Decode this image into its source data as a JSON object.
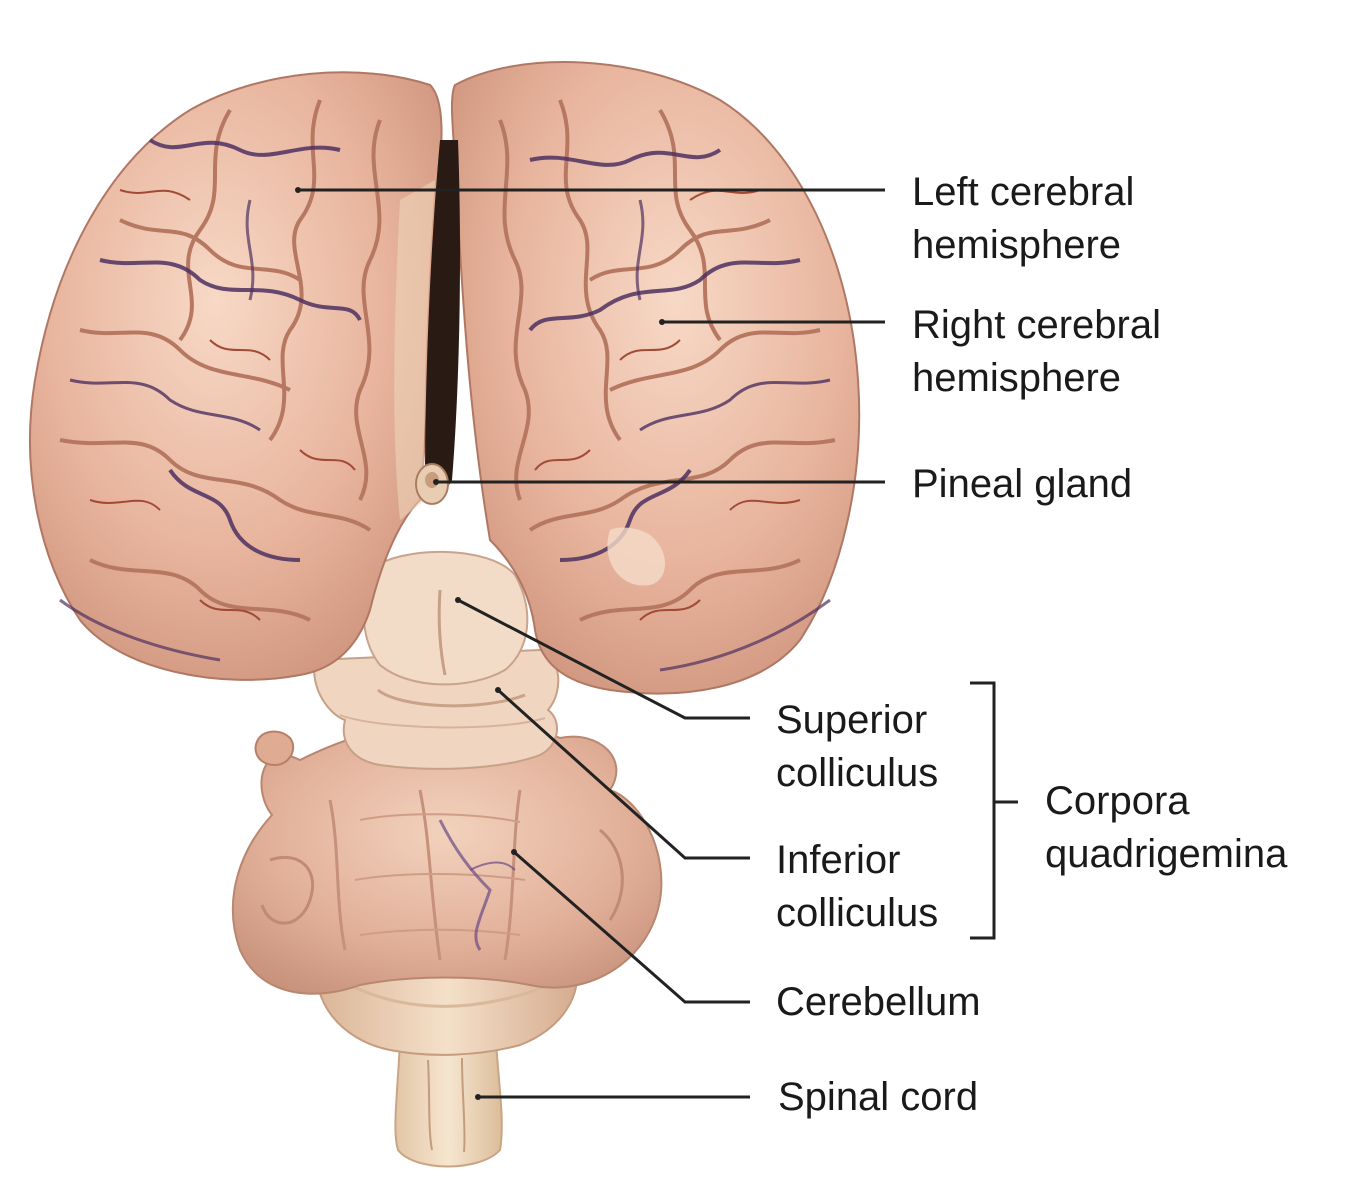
{
  "labels": {
    "left_cerebral_hemisphere": [
      "Left cerebral",
      "hemisphere"
    ],
    "right_cerebral_hemisphere": [
      "Right cerebral",
      "hemisphere"
    ],
    "pineal_gland": [
      "Pineal gland"
    ],
    "superior_colliculus": [
      "Superior",
      "colliculus"
    ],
    "inferior_colliculus": [
      "Inferior",
      "colliculus"
    ],
    "corpora_quadrigemina": [
      "Corpora",
      "quadrigemina"
    ],
    "cerebellum": [
      "Cerebellum"
    ],
    "spinal_cord": [
      "Spinal cord"
    ]
  },
  "colors": {
    "tissue": "#e8b59c",
    "tissue_shadow": "#b9826a",
    "tissue_light": "#f6dcc6",
    "vessel": "#5a3a6e",
    "vessel_red": "#a8503a",
    "fissure": "#2a1a14",
    "leader_line": "#222222"
  }
}
